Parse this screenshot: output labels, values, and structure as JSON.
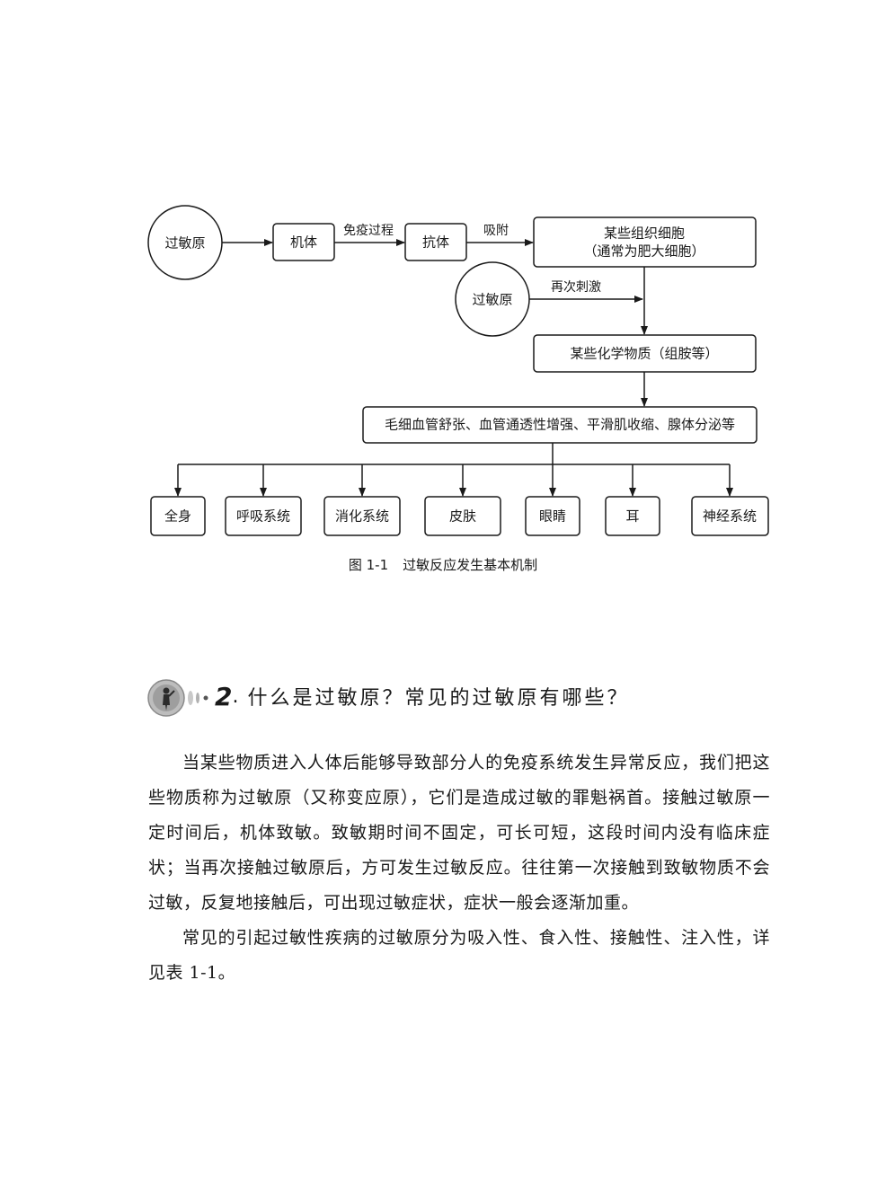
{
  "diagram": {
    "nodes": {
      "allergen_1": "过敏原",
      "body": "机体",
      "antibody": "抗体",
      "tissue_cell_line1": "某些组织细胞",
      "tissue_cell_line2": "（通常为肥大细胞）",
      "allergen_2": "过敏原",
      "chemicals": "某些化学物质（组胺等）",
      "effects": "毛细血管舒张、血管通透性增强、平滑肌收缩、腺体分泌等",
      "targets": [
        "全身",
        "呼吸系统",
        "消化系统",
        "皮肤",
        "眼睛",
        "耳",
        "神经系统"
      ]
    },
    "edges": {
      "immune_process": "免疫过程",
      "adsorb": "吸附",
      "restimulate": "再次刺激"
    }
  },
  "caption": {
    "number": "图 1-1",
    "title": "过敏反应发生基本机制"
  },
  "section": {
    "number": "2",
    "dot": ".",
    "title": "什么是过敏原？常见的过敏原有哪些？",
    "icon": "person-medallion-icon"
  },
  "paragraphs": [
    "当某些物质进入人体后能够导致部分人的免疫系统发生异常反应，我们把这些物质称为过敏原（又称变应原），它们是造成过敏的罪魁祸首。接触过敏原一定时间后，机体致敏。致敏期时间不固定，可长可短，这段时间内没有临床症状；当再次接触过敏原后，方可发生过敏反应。往往第一次接触到致敏物质不会过敏，反复地接触后，可出现过敏症状，症状一般会逐渐加重。",
    "常见的引起过敏性疾病的过敏原分为吸入性、食入性、接触性、注入性，详见表 1-1。"
  ]
}
